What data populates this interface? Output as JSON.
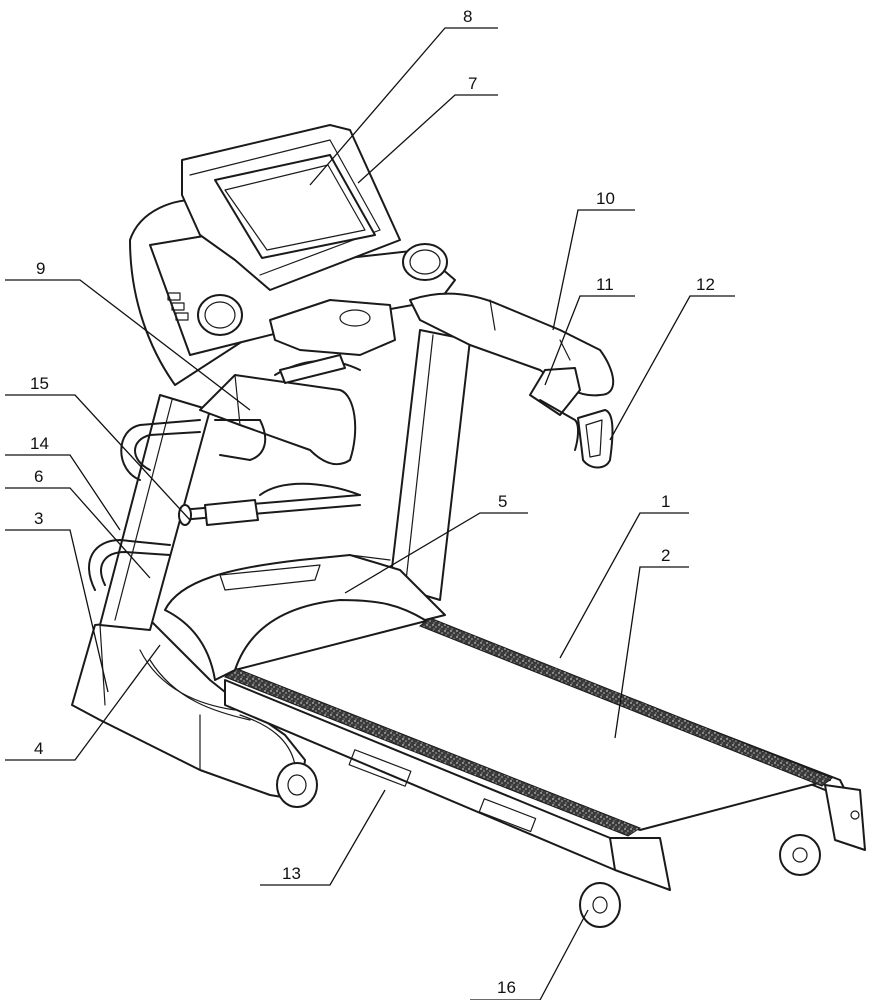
{
  "labels": {
    "l1": "1",
    "l2": "2",
    "l3": "3",
    "l4": "4",
    "l5": "5",
    "l6": "6",
    "l7": "7",
    "l8": "8",
    "l9": "9",
    "l10": "10",
    "l11": "11",
    "l12": "12",
    "l13": "13",
    "l14": "14",
    "l15": "15",
    "l16": "16"
  },
  "colors": {
    "line": "#1a1a1a",
    "grip_texture": "#222222",
    "background": "#ffffff"
  }
}
